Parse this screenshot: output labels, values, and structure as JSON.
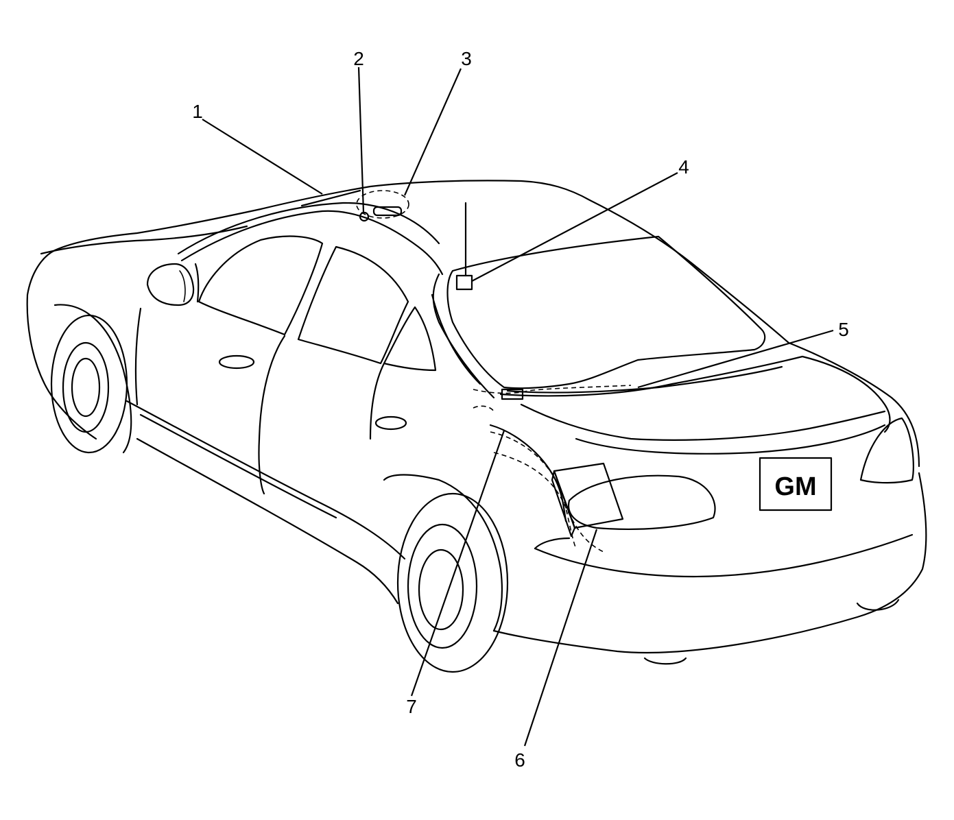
{
  "callouts": [
    {
      "id": "1",
      "label": "1"
    },
    {
      "id": "2",
      "label": "2"
    },
    {
      "id": "3",
      "label": "3"
    },
    {
      "id": "4",
      "label": "4"
    },
    {
      "id": "5",
      "label": "5"
    },
    {
      "id": "6",
      "label": "6"
    },
    {
      "id": "7",
      "label": "7"
    }
  ],
  "license_plate": {
    "text": "GM"
  }
}
